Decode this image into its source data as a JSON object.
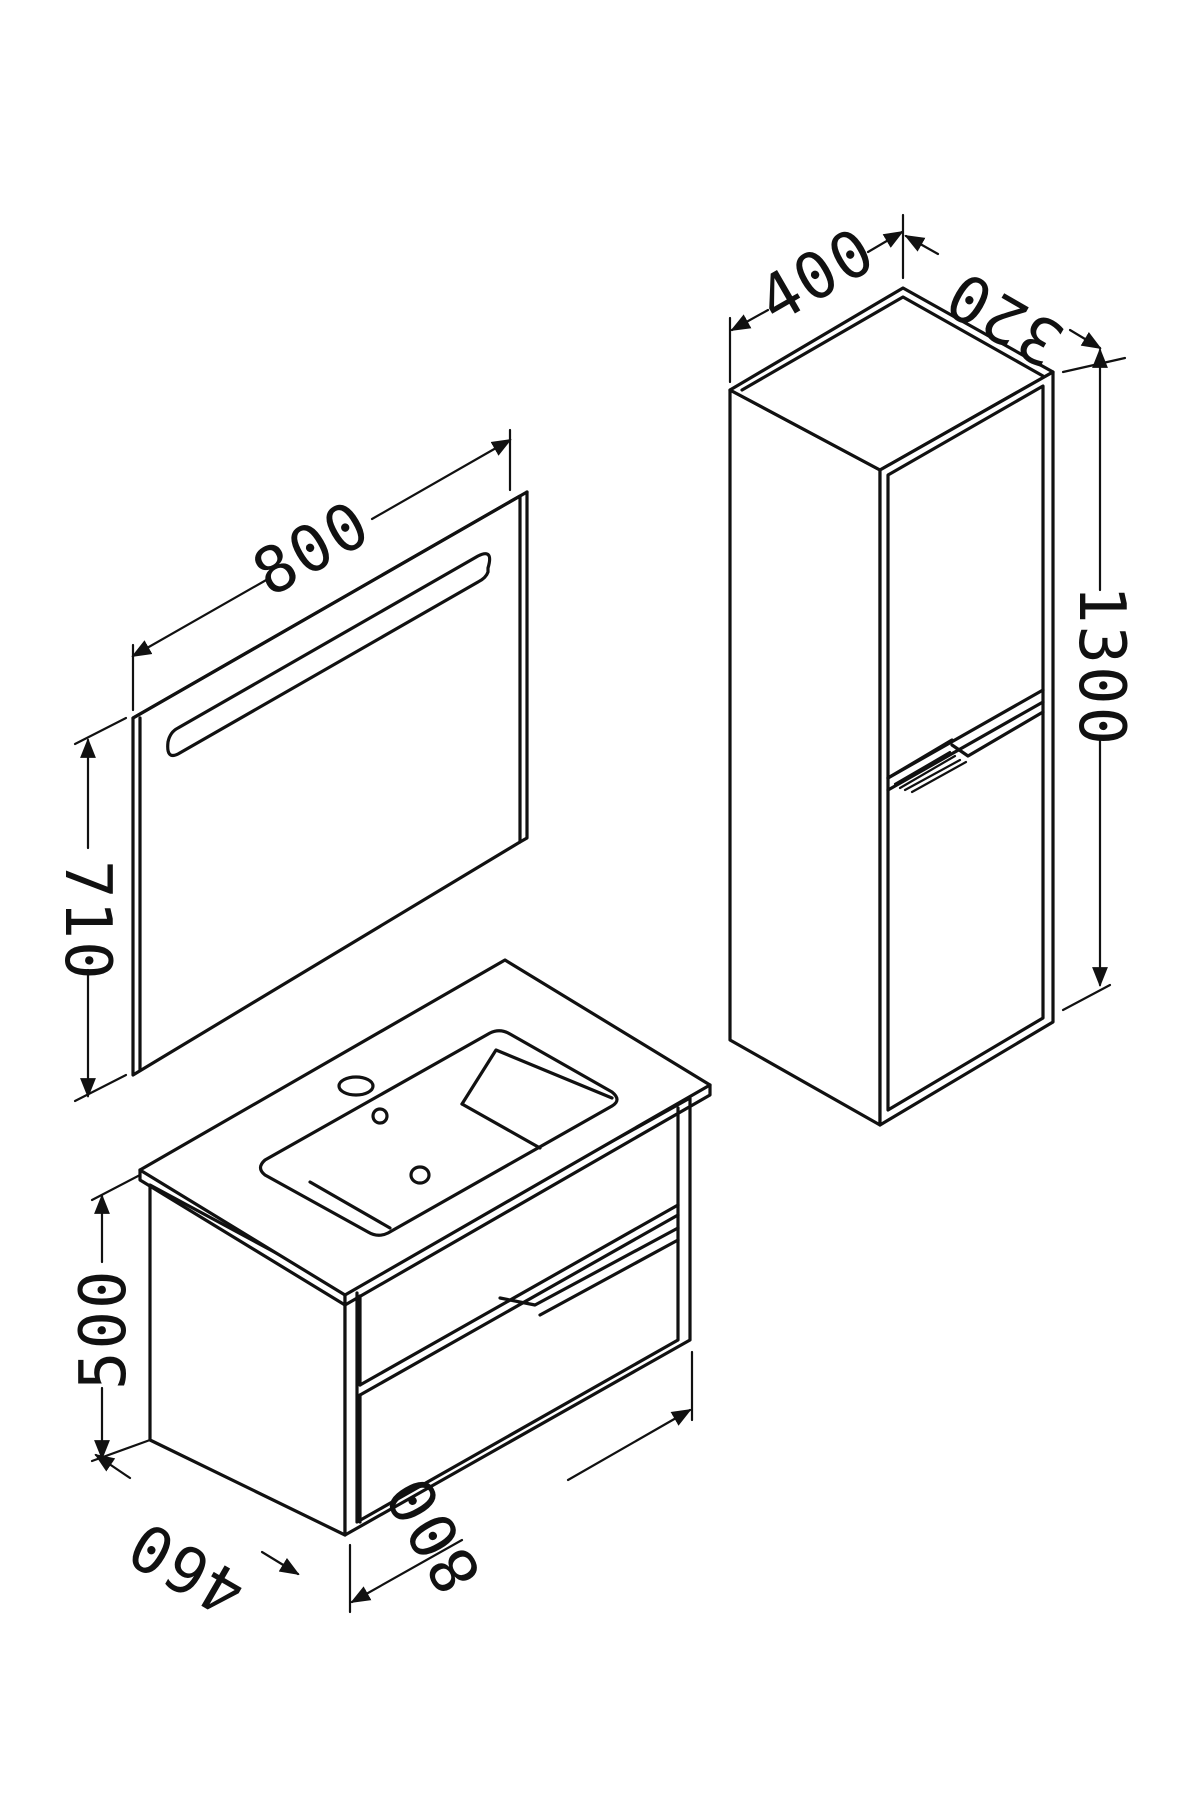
{
  "dimensions": {
    "mirror_width": "800",
    "mirror_height": "710",
    "cabinet_height": "500",
    "cabinet_depth": "460",
    "cabinet_width": "800",
    "column_width": "400",
    "column_depth": "320",
    "column_height": "1300"
  }
}
